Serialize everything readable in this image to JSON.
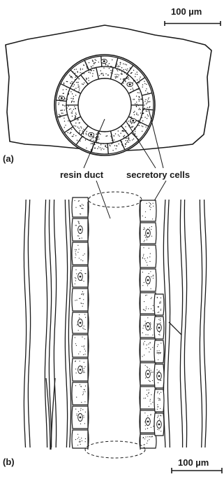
{
  "figure": {
    "panel_a": {
      "label": "(a)",
      "scale_bar": "100 µm"
    },
    "panel_b": {
      "label": "(b)",
      "scale_bar": "100 µm"
    },
    "callouts": {
      "resin_duct": "resin duct",
      "secretory_cells": "secretory cells"
    }
  },
  "colors": {
    "ink": "#1a1a1a",
    "background": "#ffffff"
  }
}
